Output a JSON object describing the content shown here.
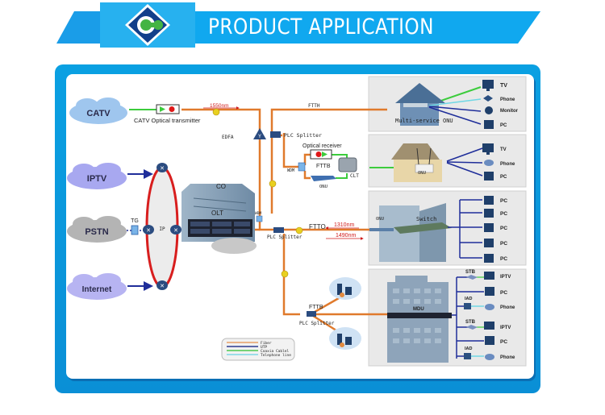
{
  "header": {
    "title": "PRODUCT APPLICATION",
    "brand_color": "#1fa8ec",
    "logo_icon": "company-logo-icon"
  },
  "clouds": {
    "catv": "CATV",
    "iptv": "IPTV",
    "pstn": "PSTN",
    "internet": "Internet"
  },
  "core": {
    "catv_transmitter": "CATV  Optical transmitter",
    "wavelength_1550": "1550nm",
    "edfa": "EDFA",
    "tg": "TG",
    "ip": "IP",
    "co": "CO",
    "olt": "OLT",
    "wdm": "WDM"
  },
  "branches": {
    "ftth": "FTTH",
    "plc_splitter_top": "PLC Splitter",
    "optical_receiver": "Optical receiver",
    "fttb_mid": "FTTB",
    "wdm_mid": "WDM",
    "clt": "CLT",
    "onu_mid": "ONU",
    "ftto": "FTTO",
    "wavelength_1310": "1310nm",
    "wavelength_1490": "1490nm",
    "plc_splitter_mid": "PLC Splitter",
    "fttb_bottom": "FTTB",
    "plc_splitter_bottom": "PLC Splitter"
  },
  "panels": {
    "multi_service": {
      "label": "Multi-service ONU",
      "devices": [
        "TV",
        "Phone",
        "Monitor",
        "PC"
      ]
    },
    "home_onu": {
      "label": "ONU",
      "devices": [
        "TV",
        "Phone",
        "PC"
      ]
    },
    "office": {
      "onu_label": "ONU",
      "switch_label": "Switch",
      "devices": [
        "PC",
        "PC",
        "PC",
        "PC",
        "PC"
      ]
    },
    "mdu": {
      "label": "MDU",
      "groups": [
        {
          "stb": "STB",
          "iad": "IAD",
          "devices": [
            "IPTV",
            "PC",
            "Phone"
          ]
        },
        {
          "stb": "STB",
          "iad": "IAD",
          "devices": [
            "IPTV",
            "PC",
            "Phone"
          ]
        }
      ]
    }
  },
  "legend": {
    "items": [
      {
        "label": "Fiber",
        "color": "#e8a066"
      },
      {
        "label": "UTP",
        "color": "#2c3a90"
      },
      {
        "label": "Coaxia Cablel",
        "color": "#4cc850"
      },
      {
        "label": "Telephone line",
        "color": "#7fd6e6"
      }
    ]
  },
  "colors": {
    "fiber": "#e07a2c",
    "utp": "#1f2e9a",
    "coax": "#3ccc3c",
    "telephone": "#6fd7e4",
    "ring": "#d81e1e"
  }
}
